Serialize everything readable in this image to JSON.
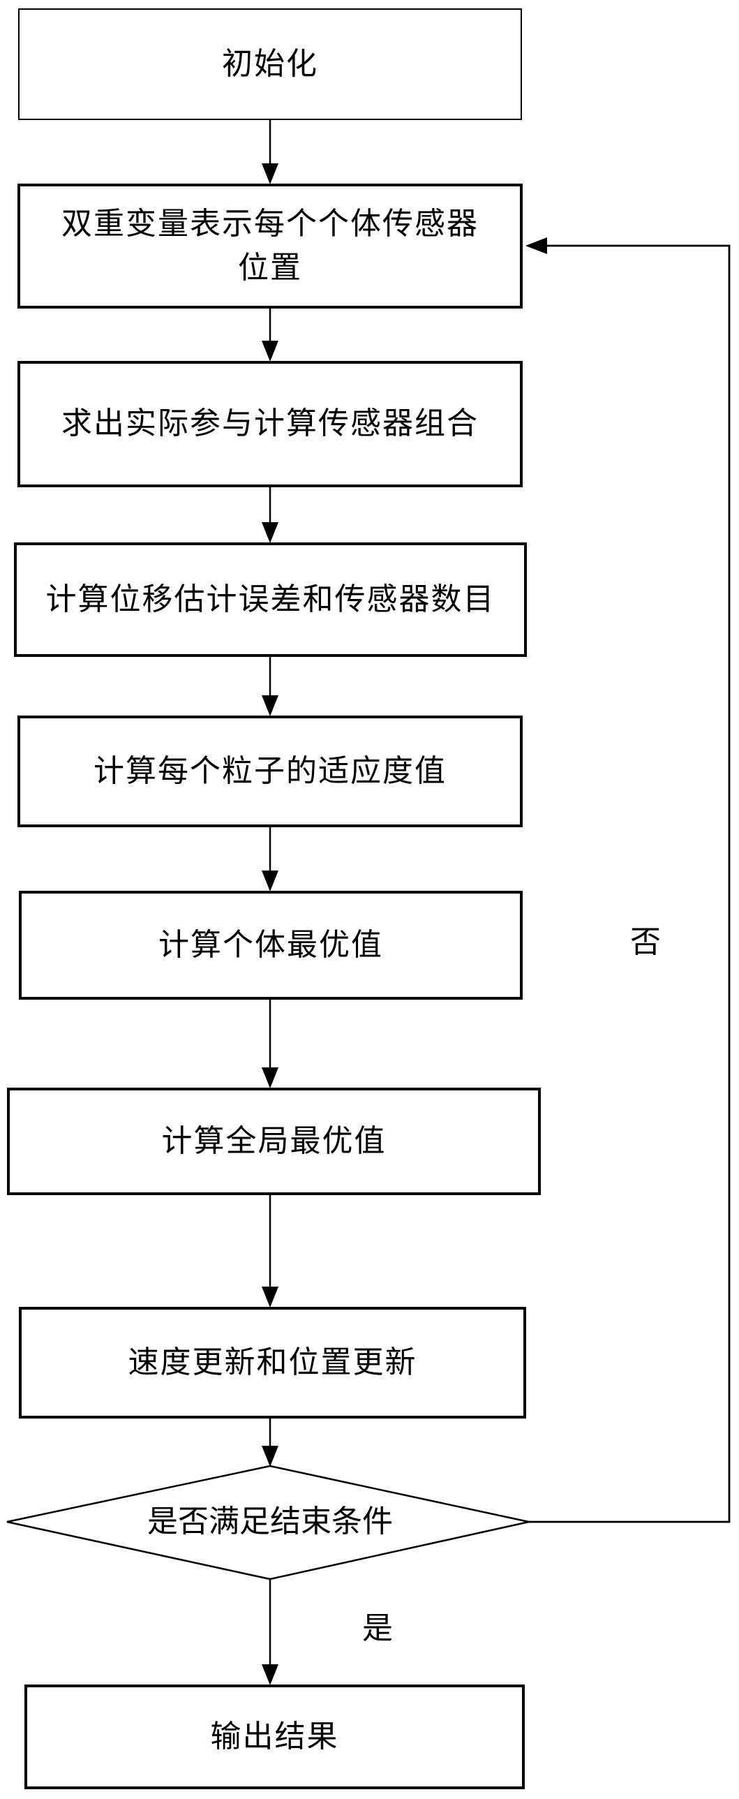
{
  "palette": {
    "background": "#ffffff",
    "line_color": "#000000",
    "text_color": "#000000",
    "node_fill": "#ffffff"
  },
  "flowchart": {
    "nodes": [
      {
        "id": "init",
        "type": "process",
        "label": "初始化"
      },
      {
        "id": "encode",
        "type": "process",
        "label": "双重变量表示每个个体传感器\n位置"
      },
      {
        "id": "combination",
        "type": "process",
        "label": "求出实际参与计算传感器组合"
      },
      {
        "id": "error",
        "type": "process",
        "label": "计算位移估计误差和传感器数目"
      },
      {
        "id": "fitness",
        "type": "process",
        "label": "计算每个粒子的适应度值"
      },
      {
        "id": "pbest",
        "type": "process",
        "label": "计算个体最优值"
      },
      {
        "id": "gbest",
        "type": "process",
        "label": "计算全局最优值"
      },
      {
        "id": "update",
        "type": "process",
        "label": "速度更新和位置更新"
      },
      {
        "id": "terminate",
        "type": "decision",
        "label": "是否满足结束条件"
      },
      {
        "id": "output",
        "type": "process",
        "label": "输出结果"
      }
    ],
    "branch_labels": {
      "yes": "是",
      "no": "否"
    }
  }
}
